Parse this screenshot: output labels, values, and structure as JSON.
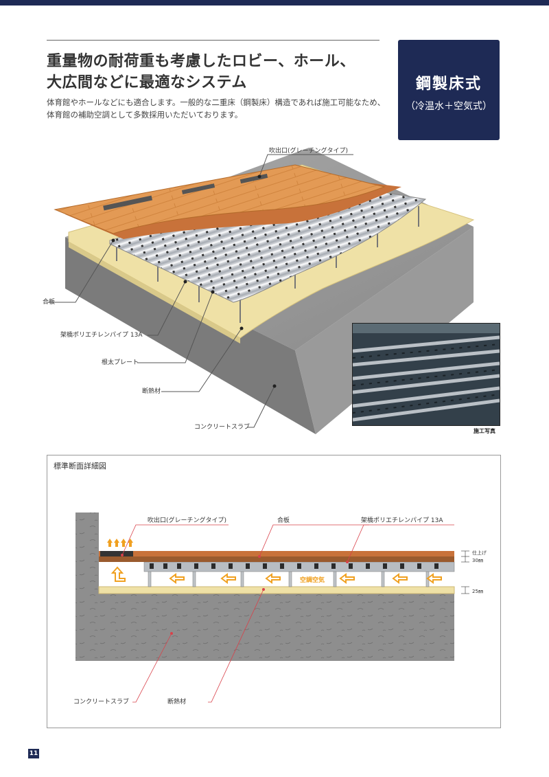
{
  "header": {
    "headline_line1": "重量物の耐荷重も考慮したロビー、ホール、",
    "headline_line2": "大広間などに最適なシステム",
    "lead_line1": "体育館やホールなどにも適合します。一般的な二重床（鋼製床）構造であれば施工可能なため、",
    "lead_line2": "体育館の補助空調として多数採用いただいております。"
  },
  "badge": {
    "title": "鋼製床式",
    "subtitle": "（冷温水＋空気式）"
  },
  "illustration": {
    "labels": {
      "outlet": "吹出口(グレーチングタイプ)",
      "plywood": "合板",
      "pipe": "架橋ポリエチレンパイプ 13A",
      "joist": "根太プレート",
      "insulation": "断熱材",
      "slab": "コンクリートスラブ"
    },
    "photo_caption": "施工写真"
  },
  "detail": {
    "title": "標準断面詳細図",
    "labels": {
      "outlet": "吹出口(グレーチングタイプ)",
      "plywood": "合板",
      "pipe": "架橋ポリエチレンパイプ 13A",
      "airflow": "空調空気",
      "slab": "コンクリートスラブ",
      "insulation": "断熱材"
    },
    "dims": {
      "finish": "仕上げ",
      "thirty": "30㎜",
      "twentyfive": "25㎜"
    }
  },
  "page_number": "11",
  "colors": {
    "navy": "#1e2a55",
    "wood": "#d9803a",
    "insulation": "#efe1a6",
    "concrete": "#8e8e8e",
    "arrow": "#f0a020"
  }
}
